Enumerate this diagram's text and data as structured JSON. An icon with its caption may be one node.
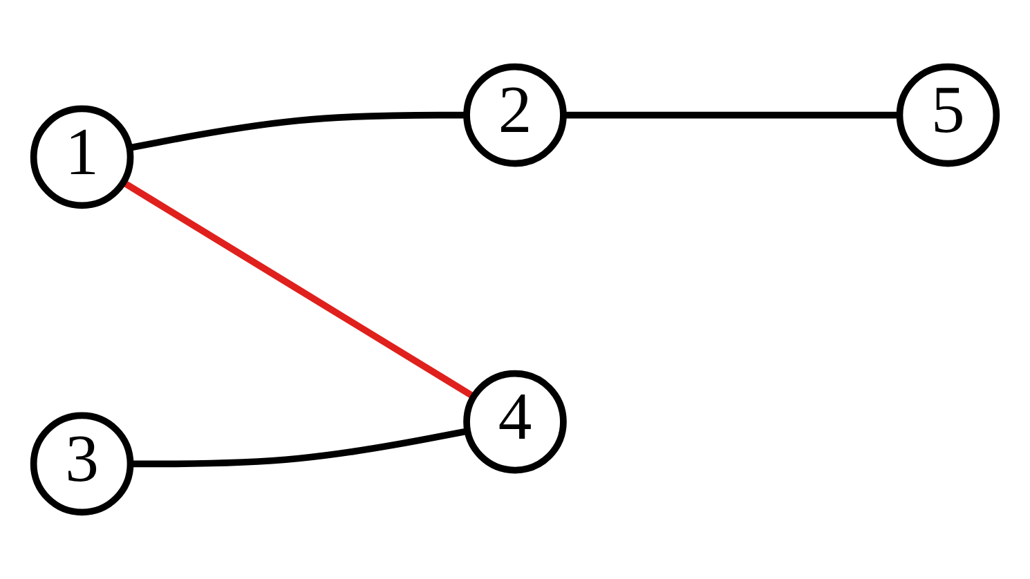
{
  "diagram": {
    "nodes": [
      {
        "text": [
          "1"
        ]
      },
      {
        "text": [
          "2"
        ]
      },
      {
        "text": [
          "3"
        ]
      },
      {
        "text": [
          "4"
        ]
      },
      {
        "text": [
          "5"
        ]
      }
    ],
    "edges": [
      {
        "from": 0,
        "to": 1,
        "arrow": "none"
      },
      {
        "from": 2,
        "to": 3,
        "arrow": "none"
      },
      {
        "from": 1,
        "to": 4,
        "arrow": "none"
      },
      {
        "from": 0,
        "to": 3,
        "arrow": "none",
        "color": "#e0201c"
      }
    ]
  }
}
